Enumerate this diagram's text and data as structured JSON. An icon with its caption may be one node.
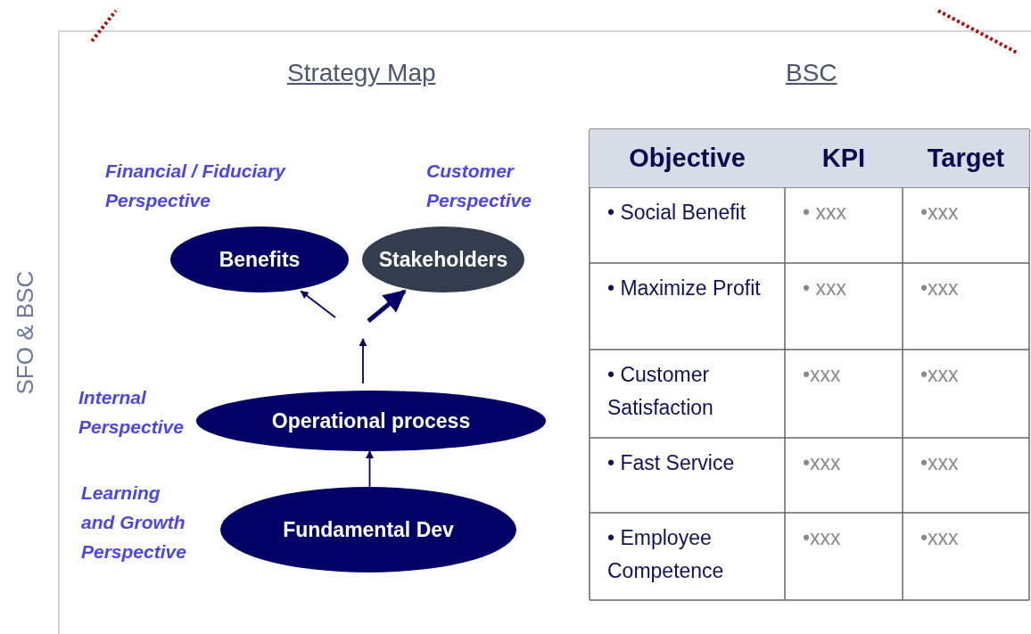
{
  "diagram": {
    "nodes": [
      {
        "text": [
          "Benefits"
        ],
        "beside": [
          "Financial / Fiduciary Perspective"
        ]
      },
      {
        "text": [
          "Stakeholders"
        ],
        "beside": [
          "Customer Perspective"
        ]
      },
      {
        "text": [
          "Operational process"
        ],
        "beside": [
          "Internal Perspective"
        ]
      },
      {
        "text": [
          "Fundamental Dev"
        ],
        "beside": [
          "Learning and Growth Perspective"
        ]
      }
    ],
    "edges": [
      {
        "from": 3,
        "to": 2,
        "arrow": "to"
      },
      {
        "from": 2,
        "to": null,
        "arrow": "to"
      },
      {
        "from": null,
        "to": 0,
        "arrow": "to"
      },
      {
        "from": null,
        "to": 1,
        "arrow": "to",
        "style": "thick"
      }
    ],
    "labels": [
      "SFO & BSC",
      "Strategy Map",
      "BSC",
      "Objective",
      "KPI",
      "Target",
      "• Social Benefit",
      "• xxx",
      "•xxx",
      "• Maximize Profit",
      "• xxx",
      "•xxx",
      "• Customer Satisfaction",
      "•xxx",
      "•xxx",
      "• Fast Service",
      "•xxx",
      "•xxx",
      "• Employee Competence",
      "•xxx",
      "•xxx"
    ]
  }
}
